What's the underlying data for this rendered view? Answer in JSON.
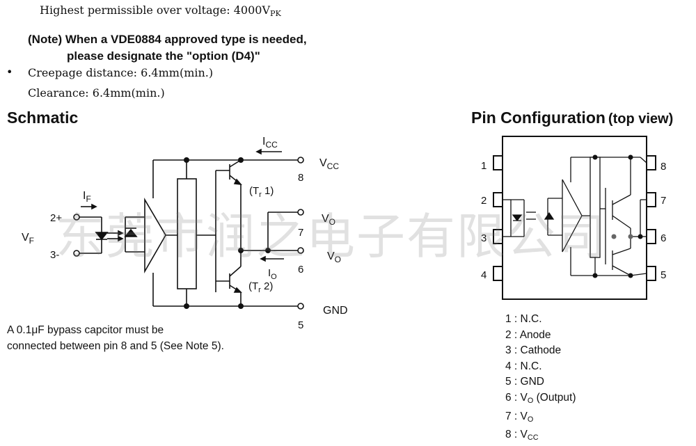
{
  "specs": {
    "overvoltage": "Highest permissible over voltage: 4000V",
    "overvoltage_sub": "PK",
    "note_line1": "(Note) When a VDE0884 approved type is needed,",
    "note_line2": "please designate the \"option (D4)\"",
    "bullet": "•",
    "creepage": "Creepage distance: 6.4mm(min.)",
    "clearance": "Clearance: 6.4mm(min.)"
  },
  "schematic": {
    "title": "Schmatic",
    "icc": "I",
    "icc_sub": "CC",
    "if": "I",
    "if_sub": "F",
    "vf": "V",
    "vf_sub": "F",
    "io": "I",
    "io_sub": "O",
    "pin8": "8",
    "pin7": "7",
    "pin6": "6",
    "pin5": "5",
    "in_plus": "2+",
    "in_minus": "3-",
    "vcc": "V",
    "vcc_sub": "CC",
    "vo7": "V",
    "vo7_sub": "O",
    "vo6": "V",
    "vo6_sub": "O",
    "gnd": "GND",
    "tr1": "(T",
    "tr1_sub": "r",
    "tr1_end": " 1)",
    "tr2": "(T",
    "tr2_sub": "r",
    "tr2_end": " 2)",
    "bypass_line1": "A 0.1μF bypass capcitor must be",
    "bypass_line2": "connected between pin 8 and 5 (See Note 5)."
  },
  "pin_config": {
    "title": "Pin Configuration",
    "title_suffix": "(top view)",
    "left_pins": [
      "1",
      "2",
      "3",
      "4"
    ],
    "right_pins": [
      "8",
      "7",
      "6",
      "5"
    ],
    "legend": [
      {
        "num": "1",
        "text": "N.C.",
        "sub": "",
        "rest": ""
      },
      {
        "num": "2",
        "text": "Anode",
        "sub": "",
        "rest": ""
      },
      {
        "num": "3",
        "text": "Cathode",
        "sub": "",
        "rest": ""
      },
      {
        "num": "4",
        "text": "N.C.",
        "sub": "",
        "rest": ""
      },
      {
        "num": "5",
        "text": "GND",
        "sub": "",
        "rest": ""
      },
      {
        "num": "6",
        "text": "V",
        "sub": "O",
        "rest": " (Output)"
      },
      {
        "num": "7",
        "text": "V",
        "sub": "O",
        "rest": ""
      },
      {
        "num": "8",
        "text": "V",
        "sub": "CC",
        "rest": ""
      }
    ]
  },
  "watermark": "东莞市润之电子有限公司"
}
